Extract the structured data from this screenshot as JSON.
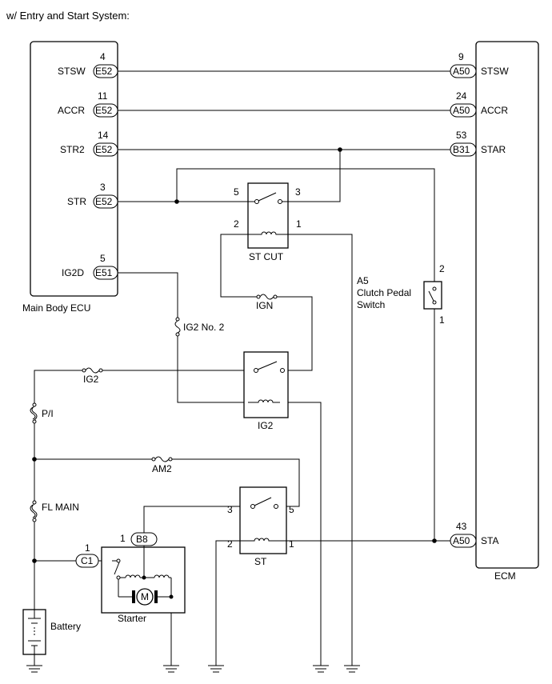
{
  "title": "w/ Entry and Start System:",
  "main_body_ecu": {
    "label": "Main Body ECU",
    "pins": [
      {
        "name": "STSW",
        "pin": "4",
        "connector": "E52"
      },
      {
        "name": "ACCR",
        "pin": "11",
        "connector": "E52"
      },
      {
        "name": "STR2",
        "pin": "14",
        "connector": "E52"
      },
      {
        "name": "STR",
        "pin": "3",
        "connector": "E52"
      },
      {
        "name": "IG2D",
        "pin": "5",
        "connector": "E51"
      }
    ]
  },
  "ecm": {
    "label": "ECM",
    "pins": [
      {
        "name": "STSW",
        "pin": "9",
        "connector": "A50"
      },
      {
        "name": "ACCR",
        "pin": "24",
        "connector": "A50"
      },
      {
        "name": "STAR",
        "pin": "53",
        "connector": "B31"
      },
      {
        "name": "STA",
        "pin": "43",
        "connector": "A50"
      }
    ]
  },
  "st_cut_relay": {
    "label": "ST CUT",
    "pin_5": "5",
    "pin_3": "3",
    "pin_2": "2",
    "pin_1": "1"
  },
  "ign_fuse": "IGN",
  "ig2_no2_fuse": "IG2 No. 2",
  "clutch_switch": {
    "line1": "A5",
    "line2": "Clutch Pedal",
    "line3": "Switch",
    "pin_top": "2",
    "pin_bottom": "1"
  },
  "ig2_fuse": "IG2",
  "ig2_relay": "IG2",
  "pi_fuse": "P/I",
  "am2_fuse": "AM2",
  "fl_main_fuse": "FL MAIN",
  "st_relay": {
    "label": "ST",
    "pin_3": "3",
    "pin_5": "5",
    "pin_2": "2",
    "pin_1": "1"
  },
  "starter": {
    "label": "Starter",
    "connector_b8": "B8",
    "pin_b8": "1",
    "connector_c1": "C1",
    "pin_c1": "1",
    "motor": "M"
  },
  "battery": "Battery"
}
